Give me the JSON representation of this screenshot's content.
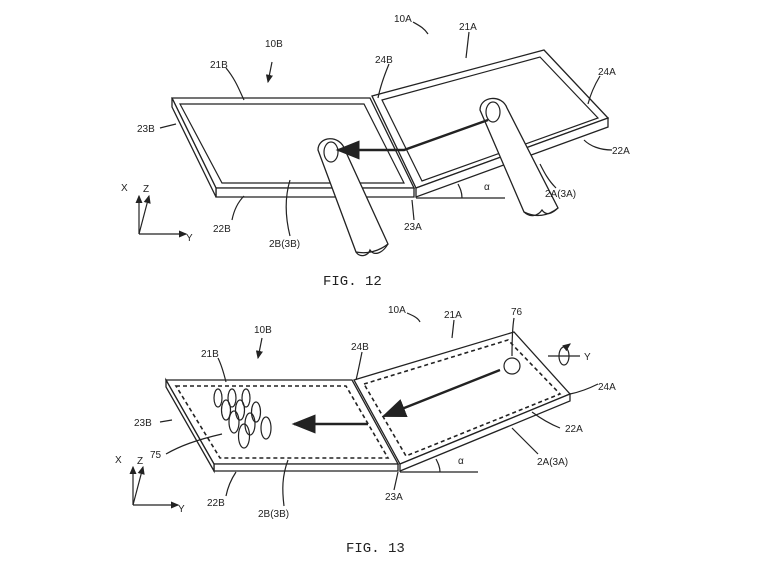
{
  "fig12": {
    "caption": "FIG. 12",
    "labels": {
      "device_a": "10A",
      "device_b": "10B",
      "ref_21a": "21A",
      "ref_21b": "21B",
      "ref_22a": "22A",
      "ref_22b": "22B",
      "ref_23a": "23A",
      "ref_23b": "23B",
      "ref_24a": "24A",
      "ref_24b": "24B",
      "ref_2a": "2A(3A)",
      "ref_2b": "2B(3B)",
      "angle": "α",
      "axis_x": "X",
      "axis_y": "Y",
      "axis_z": "Z"
    }
  },
  "fig13": {
    "caption": "FIG. 13",
    "labels": {
      "device_a": "10A",
      "device_b": "10B",
      "ref_21a": "21A",
      "ref_21b": "21B",
      "ref_22a": "22A",
      "ref_22b": "22B",
      "ref_23a": "23A",
      "ref_23b": "23B",
      "ref_24a": "24A",
      "ref_24b": "24B",
      "ref_2a": "2A(3A)",
      "ref_2b": "2B(3B)",
      "ref_75": "75",
      "ref_76": "76",
      "rot_axis": "Y",
      "angle": "α",
      "axis_x": "X",
      "axis_y": "Y",
      "axis_z": "Z"
    }
  }
}
